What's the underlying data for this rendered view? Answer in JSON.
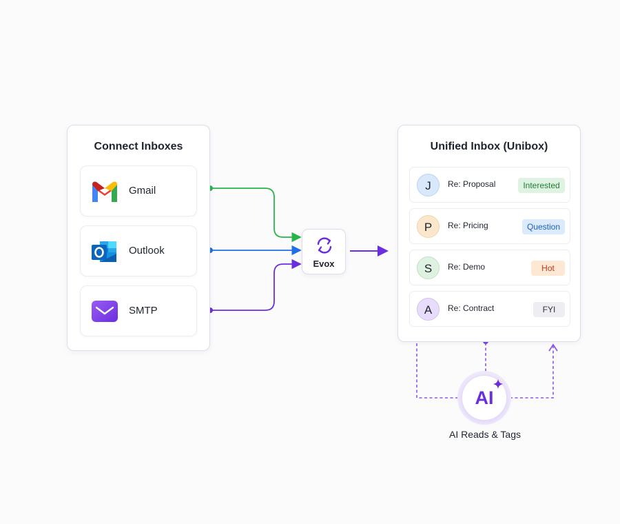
{
  "connect": {
    "title": "Connect Inboxes",
    "sources": [
      {
        "name": "Gmail",
        "icon": "gmail-icon"
      },
      {
        "name": "Outlook",
        "icon": "outlook-icon"
      },
      {
        "name": "SMTP",
        "icon": "smtp-mail-icon"
      }
    ]
  },
  "hub": {
    "label": "Evox",
    "icon": "sync-icon"
  },
  "unibox": {
    "title": "Unified Inbox (Unibox)",
    "messages": [
      {
        "initial": "J",
        "subject": "Re: Proposal",
        "tag": "Interested"
      },
      {
        "initial": "P",
        "subject": "Re: Pricing",
        "tag": "Question"
      },
      {
        "initial": "S",
        "subject": "Re: Demo",
        "tag": "Hot"
      },
      {
        "initial": "A",
        "subject": "Re: Contract",
        "tag": "FYI"
      }
    ]
  },
  "ai": {
    "badge": "AI",
    "caption": "AI Reads & Tags",
    "icon": "sparkle-icon"
  },
  "colors": {
    "gmail_line": "#27b54a",
    "outlook_line": "#1f6fe5",
    "smtp_line": "#6a2ee0",
    "ai_purple": "#6a2ee0",
    "tag_interested_bg": "#dff3e2",
    "tag_interested_fg": "#1f7a35",
    "tag_question_bg": "#dcebfb",
    "tag_question_fg": "#1d5fbf",
    "tag_hot_bg": "#fde9d3",
    "tag_hot_fg": "#c4361b",
    "tag_fyi_bg": "#eeeef2",
    "tag_fyi_fg": "#2b2f3a"
  }
}
